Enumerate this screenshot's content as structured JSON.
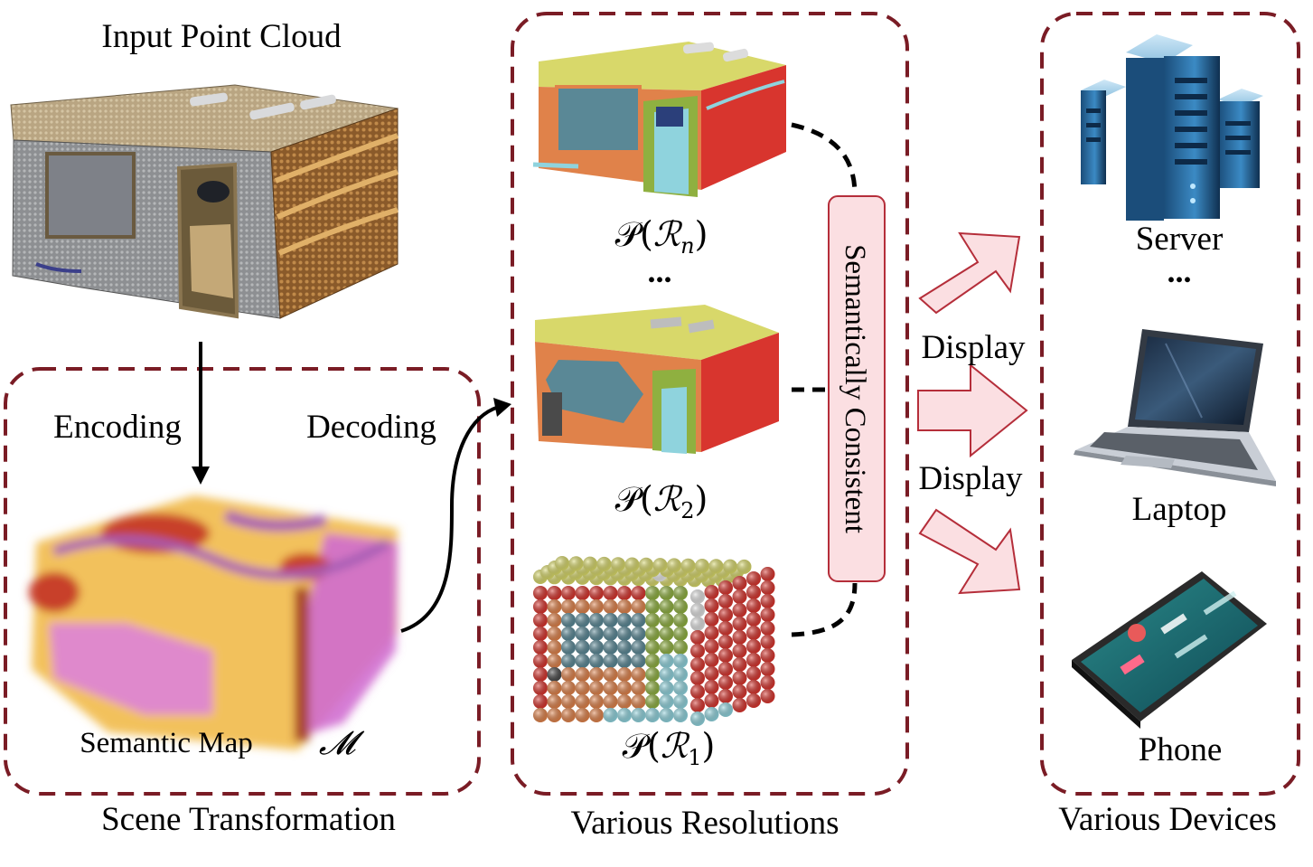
{
  "input": {
    "title": "Input Point Cloud"
  },
  "scene_transformation": {
    "encoding_label": "Encoding",
    "decoding_label": "Decoding",
    "semantic_map_label": "Semantic Map",
    "map_symbol": "𝓜",
    "caption": "Scene Transformation"
  },
  "resolutions": {
    "items": [
      {
        "prefix": "𝒫(",
        "symbol": "ℛ",
        "subscript": "n",
        "suffix": ")"
      },
      {
        "prefix": "𝒫(",
        "symbol": "ℛ",
        "subscript": "2",
        "suffix": ")"
      },
      {
        "prefix": "𝒫(",
        "symbol": "ℛ",
        "subscript": "1",
        "suffix": ")"
      }
    ],
    "ellipsis": "...",
    "consistency_label": "Semantically Consistent",
    "caption": "Various Resolutions"
  },
  "display": {
    "labels": [
      "Display",
      "Display"
    ]
  },
  "devices": {
    "items": [
      "Server",
      "Laptop",
      "Phone"
    ],
    "ellipsis": "...",
    "caption": "Various Devices"
  },
  "colors": {
    "dashed_border": "#7a1c25",
    "arrow_fill": "#fbdfe2",
    "arrow_stroke": "#b52e3a",
    "consistency_fill": "#fbdfe2",
    "consistency_stroke": "#b52e3a",
    "roof": "#d8d86a",
    "wall_orange": "#e0824a",
    "wall_red": "#d8352e",
    "window_teal": "#5a8896",
    "door_green": "#8fb040",
    "floor_cyan": "#8fd3dd",
    "map_orange": "#f0b640",
    "map_purple": "#a45cb4",
    "map_red": "#c8402c",
    "map_pink": "#dc80e0"
  }
}
